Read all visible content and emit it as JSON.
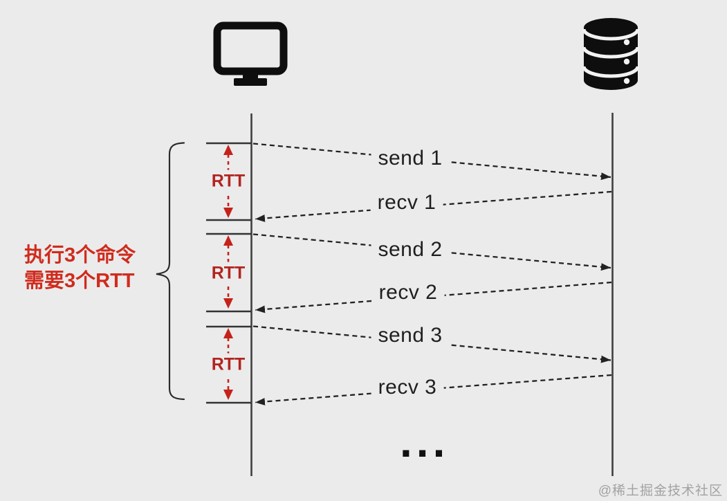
{
  "colors": {
    "background": "#ebebeb",
    "timeline": "#3f3f3f",
    "arrow_black": "#222222",
    "accent_red": "#c5221a",
    "annotation_red": "#d02b1d",
    "watermark_gray": "#a2a2a2"
  },
  "diagram": {
    "client_icon": "monitor",
    "server_icon": "database",
    "messages": [
      {
        "label": "send 1",
        "direction": "client-to-server"
      },
      {
        "label": "recv 1",
        "direction": "server-to-client"
      },
      {
        "label": "send 2",
        "direction": "client-to-server"
      },
      {
        "label": "recv 2",
        "direction": "server-to-client"
      },
      {
        "label": "send 3",
        "direction": "client-to-server"
      },
      {
        "label": "recv 3",
        "direction": "server-to-client"
      }
    ],
    "rtt_spans": [
      {
        "label": "RTT"
      },
      {
        "label": "RTT"
      },
      {
        "label": "RTT"
      }
    ],
    "annotation": {
      "line1": "执行3个命令",
      "line2": "需要3个RTT"
    },
    "ellipsis": "...",
    "watermark": "@稀土掘金技术社区"
  }
}
